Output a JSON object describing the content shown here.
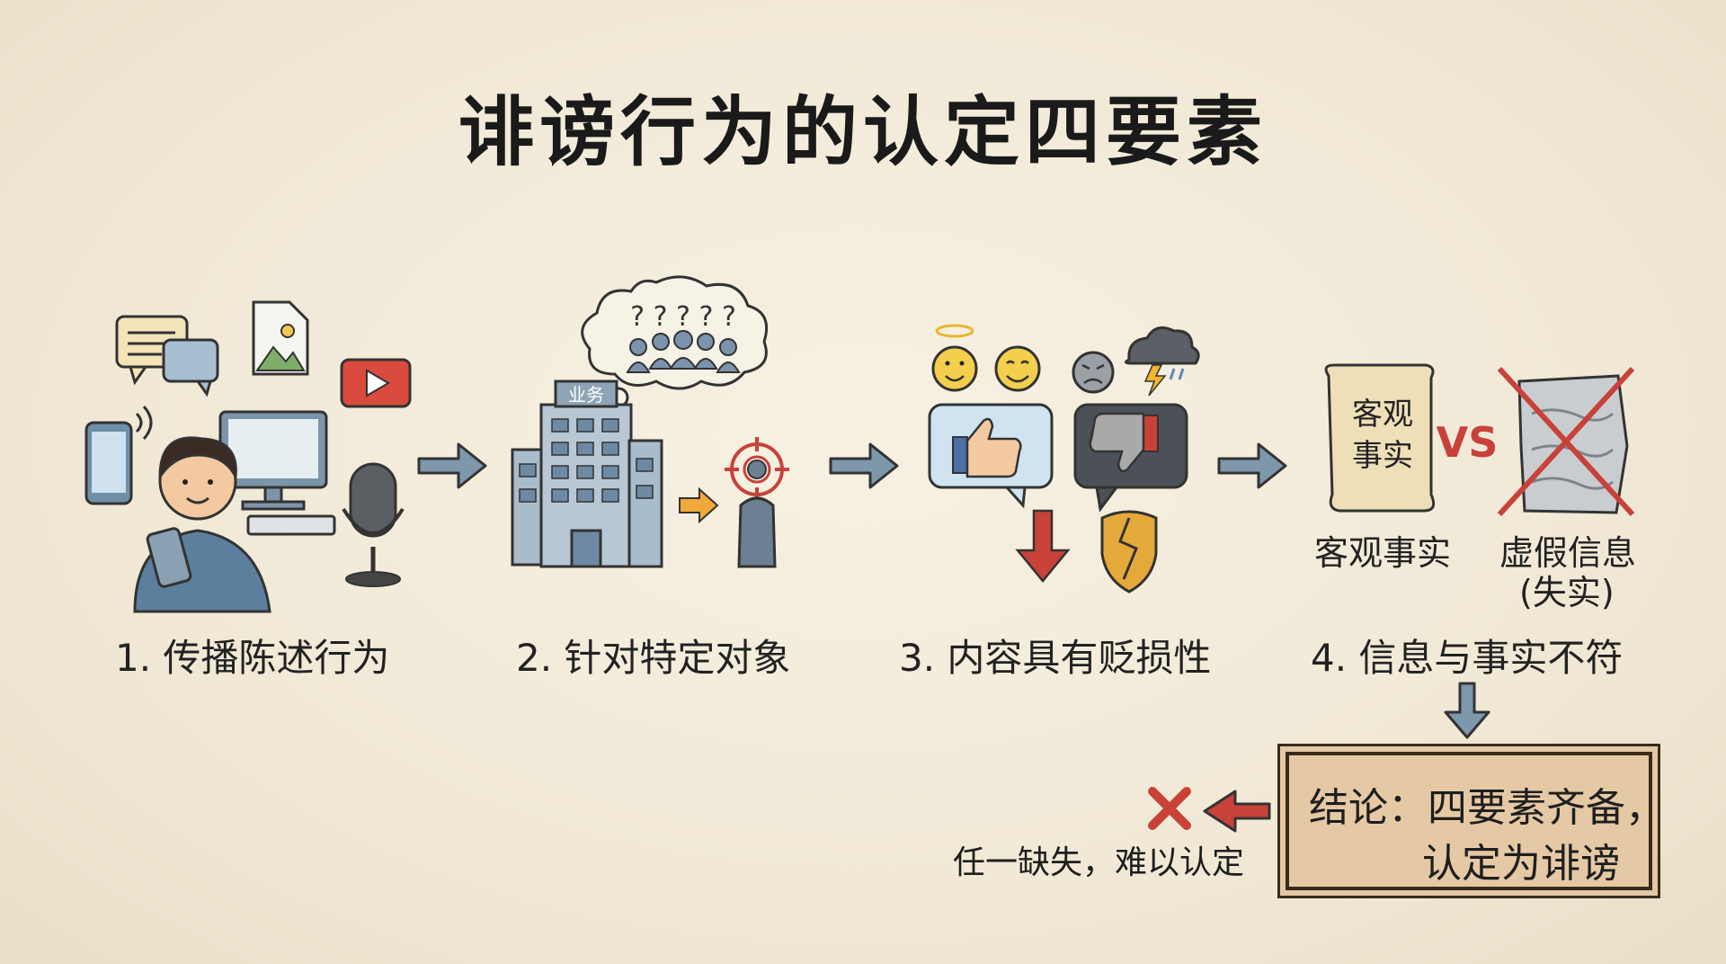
{
  "title": "诽谤行为的认定四要素",
  "steps": [
    {
      "label": "1. 传播陈述行为"
    },
    {
      "label": "2. 针对特定对象"
    },
    {
      "label": "3. 内容具有贬损性"
    },
    {
      "label": "4. 信息与事实不符"
    }
  ],
  "building_sign": "业务",
  "question_marks": "? ? ? ? ?",
  "scroll_text_1": "客观",
  "scroll_text_2": "事实",
  "vs": "VS",
  "objective_fact": "客观事实",
  "false_info_1": "虚假信息",
  "false_info_2": "(失实)",
  "conclusion": {
    "line1": "结论：四要素齐备，",
    "line2": "认定为诽谤"
  },
  "missing_note": "任一缺失，难以认定",
  "colors": {
    "accent_blue": "#5d7f97",
    "warning_red": "#c8423a",
    "box_fill": "#e4c9a4",
    "background": "#f3ecdc"
  }
}
